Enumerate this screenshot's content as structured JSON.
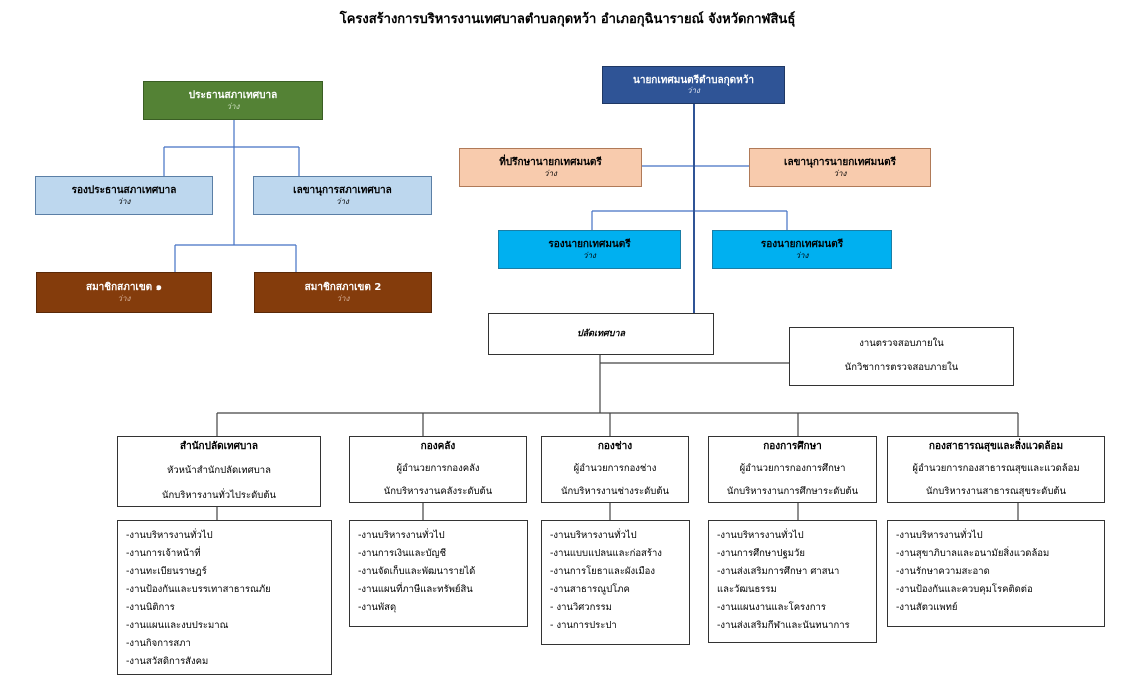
{
  "title": "โครงสร้างการบริหารงานเทศบาลตำบลกุดหว้า อำเภอกุฉินารายณ์ จังหวัดกาฬสินธุ์",
  "council": {
    "chair": {
      "title": "ประธานสภาเทศบาล",
      "sub": "ว่าง"
    },
    "vice_chair": {
      "title": "รองประธานสภาเทศบาล",
      "sub": "ว่าง"
    },
    "secretary": {
      "title": "เลขานุการสภาเทศบาล",
      "sub": "ว่าง"
    },
    "member1": {
      "title": "สมาชิกสภาเขต ๑",
      "sub": "ว่าง"
    },
    "member2": {
      "title": "สมาชิกสภาเขต 2",
      "sub": "ว่าง"
    }
  },
  "executive": {
    "mayor": {
      "title": "นายกเทศมนตรีตำบลกุดหว้า",
      "sub": "ว่าง"
    },
    "advisor": {
      "title": "ที่ปรึกษานายกเทศมนตรี",
      "sub": "ว่าง"
    },
    "secretary": {
      "title": "เลขานุการนายกเทศมนตรี",
      "sub": "ว่าง"
    },
    "deputy1": {
      "title": "รองนายกเทศมนตรี",
      "sub": "ว่าง"
    },
    "deputy2": {
      "title": "รองนายกเทศมนตรี",
      "sub": "ว่าง"
    }
  },
  "clerk": {
    "title": "ปลัดเทศบาล"
  },
  "audit": {
    "line1": "งานตรวจสอบภายใน",
    "line2": "นักวิชาการตรวจสอบภายใน"
  },
  "departments": [
    {
      "name": "สำนักปลัดเทศบาล",
      "head": "หัวหน้าสำนักปลัดเทศบาล",
      "staff": "นักบริหารงานทั่วไประดับต้น",
      "tasks": [
        "-งานบริหารงานทั่วไป",
        "-งานการเจ้าหน้าที่",
        "-งานทะเบียนราษฎร์",
        "-งานป้องกันและบรรเทาสาธารณภัย",
        "-งานนิติการ",
        "-งานแผนและงบประมาณ",
        "-งานกิจการสภา",
        "-งานสวัสดิการสังคม"
      ]
    },
    {
      "name": "กองคลัง",
      "head": "ผู้อำนวยการกองคลัง",
      "staff": "นักบริหารงานคลังระดับต้น",
      "tasks": [
        "-งานบริหารงานทั่วไป",
        "-งานการเงินและบัญชี",
        "-งานจัดเก็บและพัฒนารายได้",
        "-งานแผนที่ภาษีและทรัพย์สิน",
        "-งานพัสดุ"
      ]
    },
    {
      "name": "กองช่าง",
      "head": "ผู้อำนวยการกองช่าง",
      "staff": "นักบริหารงานช่างระดับต้น",
      "tasks": [
        "-งานบริหารงานทั่วไป",
        "-งานแบบแปลนและก่อสร้าง",
        "-งานการโยธาและผังเมือง",
        "-งานสาธารณูปโภค",
        "- งานวิศวกรรม",
        "- งานการประปา"
      ]
    },
    {
      "name": "กองการศึกษา",
      "head": "ผู้อำนวยการกองการศึกษา",
      "staff": "นักบริหารงานการศึกษาระดับต้น",
      "tasks": [
        "-งานบริหารงานทั่วไป",
        "-งานการศึกษาปฐมวัย",
        "-งานส่งเสริมการศึกษา ศาสนา",
        "และวัฒนธรรม",
        "-งานแผนงานและโครงการ",
        "-งานส่งเสริมกีฬาและนันทนาการ"
      ]
    },
    {
      "name": "กองสาธารณสุขและสิ่งแวดล้อม",
      "head": "ผู้อำนวยการกองสาธารณสุขและแวดล้อม",
      "staff": "นักบริหารงานสาธารณสุขระดับต้น",
      "tasks": [
        "-งานบริหารงานทั่วไป",
        "-งานสุขาภิบาลและอนามัยสิ่งแวดล้อม",
        "-งานรักษาความสะอาด",
        "-งานป้องกันและควบคุมโรคติดต่อ",
        "-งานสัตวแพทย์"
      ]
    }
  ],
  "colors": {
    "council_chair": "#548235",
    "council_light": "#bdd7ee",
    "council_member": "#843c0c",
    "mayor": "#2f5496",
    "advisor": "#f8cbad",
    "deputy": "#00b0f0",
    "council_lines": "#4472c4",
    "exec_line": "#2f5496"
  }
}
